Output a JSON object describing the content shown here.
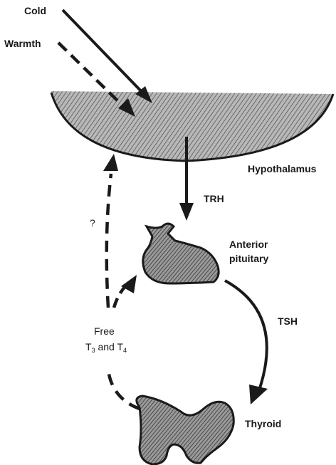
{
  "labels": {
    "cold": "Cold",
    "warmth": "Warmth",
    "hypothalamus": "Hypothalamus",
    "trh": "TRH",
    "question": "?",
    "anterior_line1": "Anterior",
    "anterior_line2": "pituitary",
    "tsh": "TSH",
    "free_line1": "Free",
    "t3": "T",
    "t3_sub": "3",
    "and": " and T",
    "t4_sub": "4",
    "thyroid": "Thyroid"
  },
  "colors": {
    "ink": "#1a1a1a",
    "gland_fill": "#9a9a9a"
  }
}
